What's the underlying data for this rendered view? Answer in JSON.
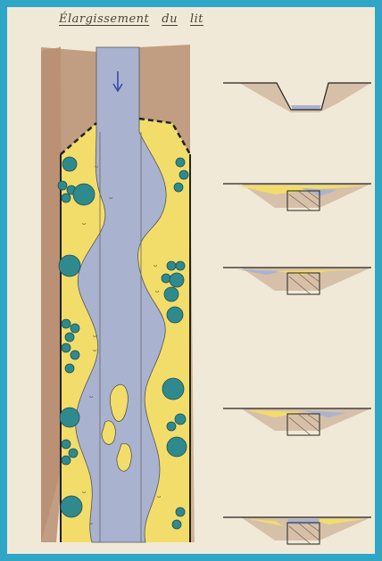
{
  "title": {
    "word1": "Élargissement",
    "word2": "du",
    "word3": "lit"
  },
  "colors": {
    "frame": "#2fa6c6",
    "paper": "#f1e9d7",
    "earth": "#b98f72",
    "water": "#a9b3cf",
    "sand": "#f2dd6a",
    "vegetation": "#2f8a8e",
    "ink": "#2a2a2a"
  },
  "icons": {
    "flow": "down-arrow-icon"
  },
  "sections": {
    "count": 5,
    "labels": [
      "",
      "",
      "",
      "",
      ""
    ]
  }
}
